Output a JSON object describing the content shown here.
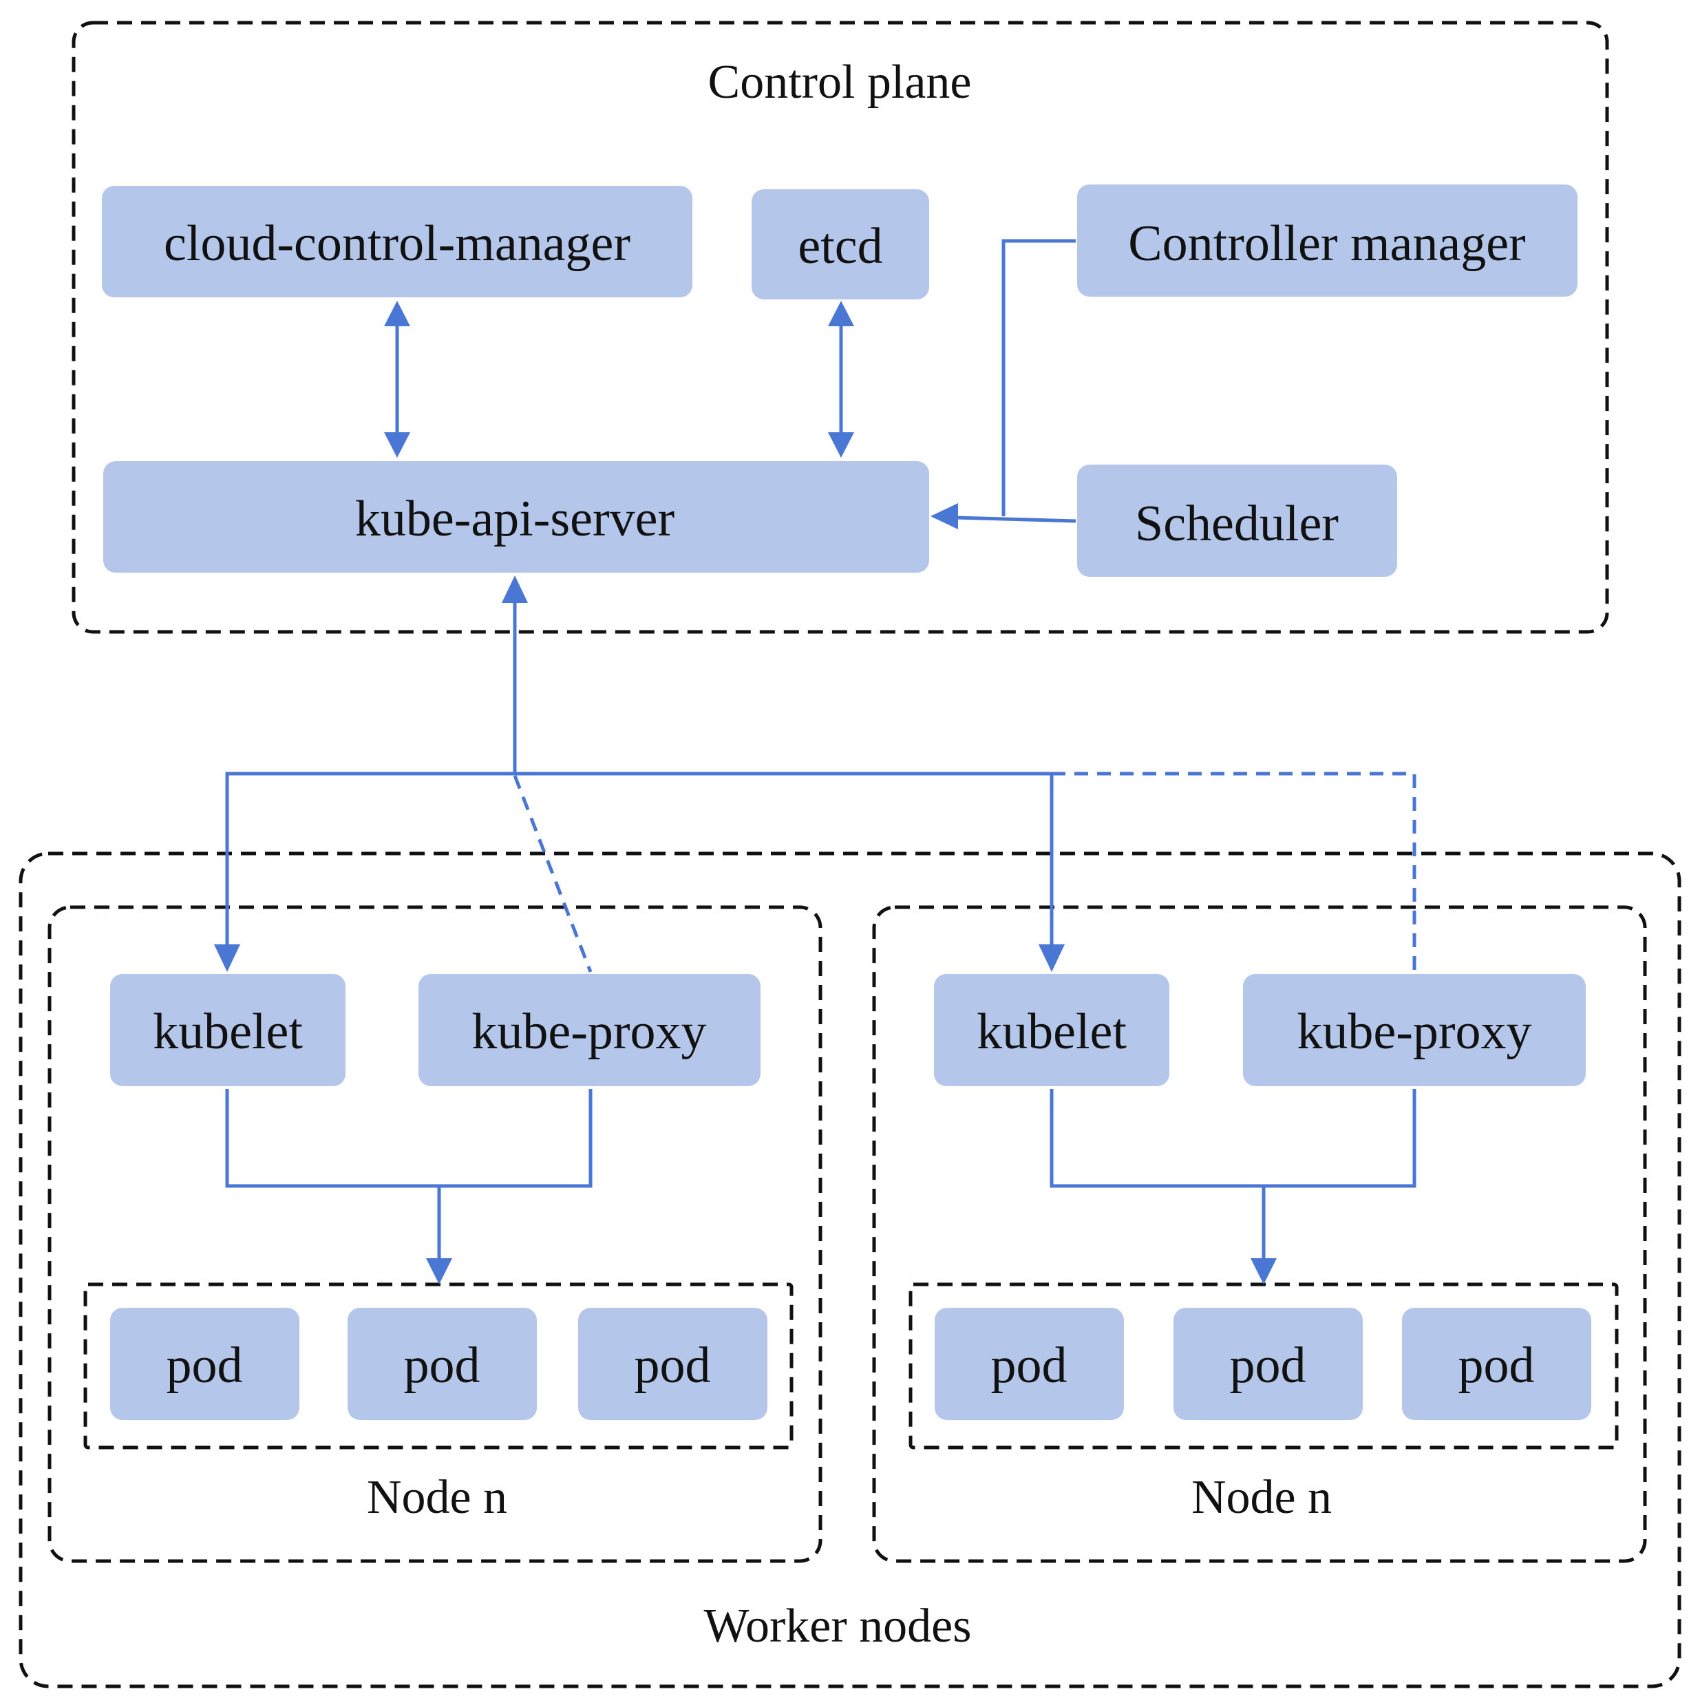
{
  "diagram": {
    "control_plane": {
      "label": "Control plane",
      "components": {
        "cloud_control_manager": "cloud-control-manager",
        "etcd": "etcd",
        "controller_manager": "Controller manager",
        "kube_api_server": "kube-api-server",
        "scheduler": "Scheduler"
      }
    },
    "worker_nodes": {
      "label": "Worker nodes",
      "nodes": [
        {
          "label": "Node n",
          "kubelet": "kubelet",
          "kube_proxy": "kube-proxy",
          "pods": [
            "pod",
            "pod",
            "pod"
          ]
        },
        {
          "label": "Node n",
          "kubelet": "kubelet",
          "kube_proxy": "kube-proxy",
          "pods": [
            "pod",
            "pod",
            "pod"
          ]
        }
      ]
    },
    "connections": [
      {
        "from": "cloud-control-manager",
        "to": "kube-api-server",
        "style": "solid",
        "direction": "both"
      },
      {
        "from": "etcd",
        "to": "kube-api-server",
        "style": "solid",
        "direction": "both"
      },
      {
        "from": "Controller manager",
        "to": "kube-api-server",
        "style": "solid",
        "direction": "forward"
      },
      {
        "from": "Scheduler",
        "to": "kube-api-server",
        "style": "solid",
        "direction": "forward"
      },
      {
        "from": "kubelet",
        "to": "kube-api-server",
        "style": "solid",
        "direction": "both"
      },
      {
        "from": "kube-proxy",
        "to": "kube-api-server",
        "style": "dashed",
        "direction": "none"
      },
      {
        "from": "kubelet",
        "to": "pod",
        "style": "solid",
        "direction": "forward"
      },
      {
        "from": "kube-proxy",
        "to": "pod",
        "style": "solid",
        "direction": "forward"
      }
    ],
    "colors": {
      "component_fill": "#b4c6ea",
      "connector": "#4a76d4",
      "group_border": "#111111"
    }
  }
}
